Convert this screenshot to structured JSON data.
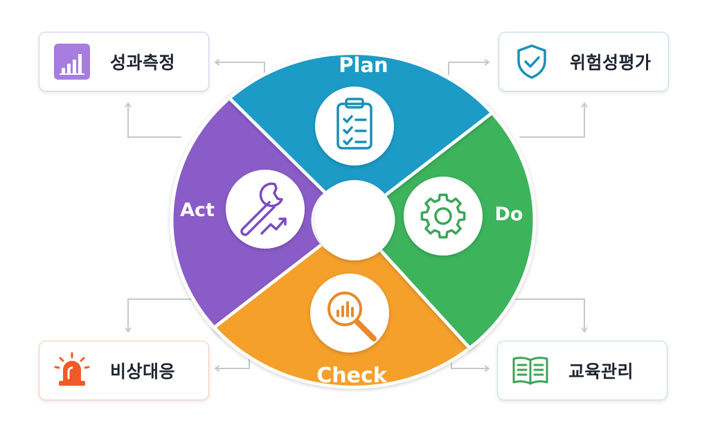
{
  "cycle": {
    "plan": {
      "label": "Plan",
      "color": "#1a9bc6",
      "icon": "clipboard-checklist-icon"
    },
    "do": {
      "label": "Do",
      "color": "#3db35c",
      "icon": "gear-icon"
    },
    "check": {
      "label": "Check",
      "color": "#f5a02a",
      "icon": "magnifier-chart-icon"
    },
    "act": {
      "label": "Act",
      "color": "#8a5cc7",
      "icon": "wrench-trend-icon"
    }
  },
  "cards": {
    "top_left": {
      "label": "성과측정",
      "color": "#9b6fd6",
      "icon": "bar-chart-icon"
    },
    "top_right": {
      "label": "위험성평가",
      "color": "#1a8fb8",
      "icon": "shield-check-icon"
    },
    "bottom_left": {
      "label": "비상대응",
      "color": "#f05a28",
      "icon": "siren-icon"
    },
    "bottom_right": {
      "label": "교육관리",
      "color": "#3aa655",
      "icon": "open-book-icon"
    }
  },
  "connector_color": "#c3c8cf"
}
